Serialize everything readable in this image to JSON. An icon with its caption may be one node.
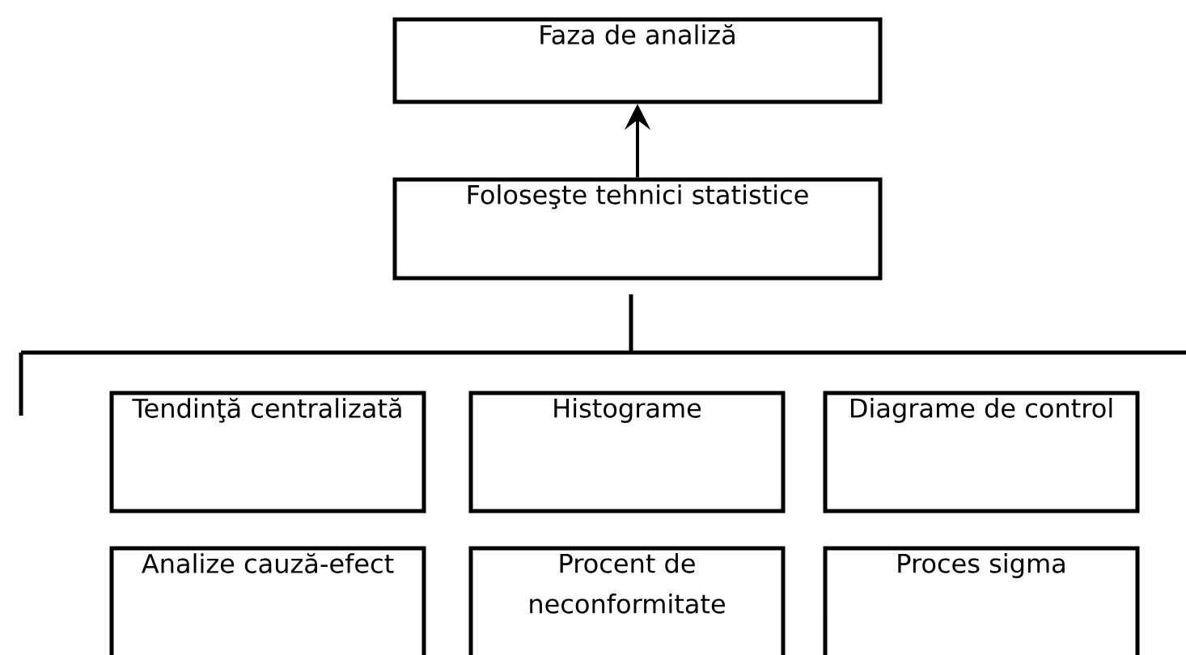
{
  "diagram": {
    "nodes": [
      {
        "text": [
          "Faza de analiză"
        ]
      },
      {
        "text": [
          "Foloseşte tehnici statistice"
        ]
      },
      {
        "text": [
          "Tendinţă centralizată"
        ]
      },
      {
        "text": [
          "Histograme"
        ]
      },
      {
        "text": [
          "Diagrame de control"
        ]
      },
      {
        "text": [
          "Analize cauză-efect"
        ]
      },
      {
        "text": [
          "Procent de neconformitate"
        ]
      },
      {
        "text": [
          "Proces sigma"
        ]
      }
    ],
    "edges": [
      {
        "from": 1,
        "to": 0,
        "arrow": "to"
      }
    ]
  }
}
